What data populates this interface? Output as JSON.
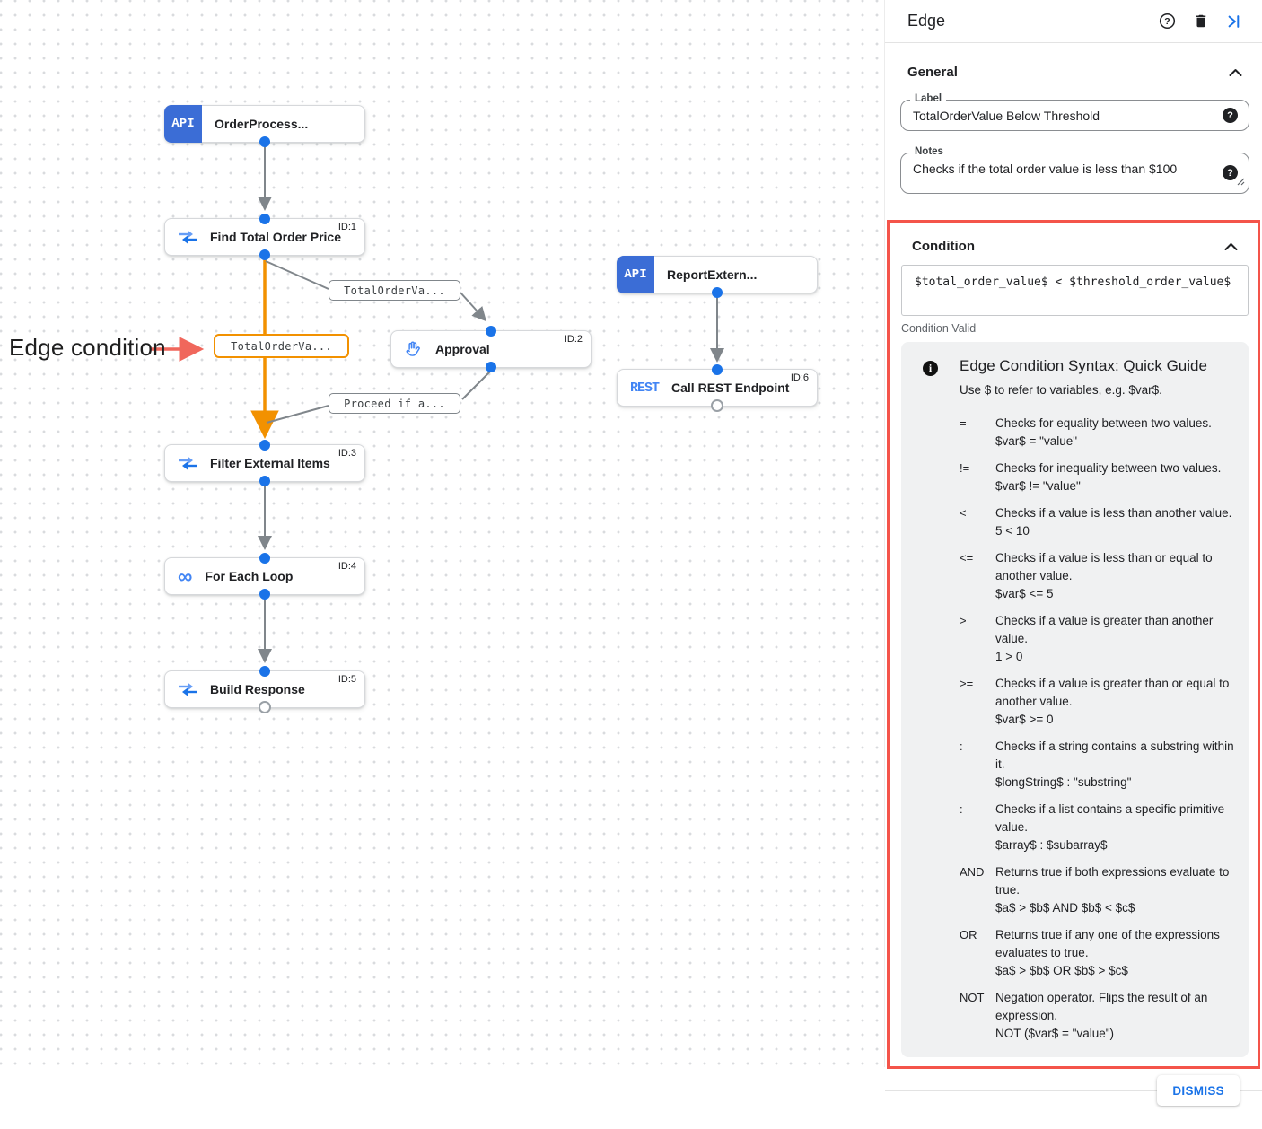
{
  "canvas": {
    "annotation": "Edge condition",
    "nodes": {
      "order_process": {
        "badge": "API",
        "label": "OrderProcess..."
      },
      "find_total": {
        "id": "ID:1",
        "label": "Find Total Order Price"
      },
      "approval": {
        "id": "ID:2",
        "label": "Approval"
      },
      "report_extern": {
        "badge": "API",
        "label": "ReportExtern..."
      },
      "call_rest": {
        "id": "ID:6",
        "badge": "REST",
        "label": "Call REST Endpoint"
      },
      "filter_items": {
        "id": "ID:3",
        "label": "Filter External Items"
      },
      "for_each": {
        "id": "ID:4",
        "label": "For Each Loop"
      },
      "build_response": {
        "id": "ID:5",
        "label": "Build Response"
      }
    },
    "edge_labels": {
      "to_approval": "TotalOrderVa...",
      "selected": "TotalOrderVa...",
      "from_approval": "Proceed if a..."
    }
  },
  "panel": {
    "title": "Edge",
    "general": {
      "heading": "General",
      "label_field": {
        "label": "Label",
        "value": "TotalOrderValue Below Threshold"
      },
      "notes_field": {
        "label": "Notes",
        "value": "Checks if the total order value is less than $100"
      }
    },
    "condition": {
      "heading": "Condition",
      "expression": "$total_order_value$ < $threshold_order_value$",
      "status": "Condition Valid",
      "guide": {
        "title": "Edge Condition Syntax: Quick Guide",
        "subtitle": "Use $ to refer to variables, e.g. $var$.",
        "operators": [
          {
            "op": "=",
            "desc": "Checks for equality between two values.",
            "example": "$var$ = \"value\""
          },
          {
            "op": "!=",
            "desc": "Checks for inequality between two values.",
            "example": "$var$ != \"value\""
          },
          {
            "op": "<",
            "desc": "Checks if a value is less than another value.",
            "example": "5 < 10"
          },
          {
            "op": "<=",
            "desc": "Checks if a value is less than or equal to another value.",
            "example": "$var$ <= 5"
          },
          {
            "op": ">",
            "desc": "Checks if a value is greater than another value.",
            "example": "1 > 0"
          },
          {
            "op": ">=",
            "desc": "Checks if a value is greater than or equal to another value.",
            "example": "$var$ >= 0"
          },
          {
            "op": ":",
            "desc": "Checks if a string contains a substring within it.",
            "example": "$longString$ : \"substring\""
          },
          {
            "op": ":",
            "desc": "Checks if a list contains a specific primitive value.",
            "example": "$array$ : $subarray$"
          },
          {
            "op": "AND",
            "desc": "Returns true if both expressions evaluate to true.",
            "example": "$a$ > $b$ AND $b$ < $c$"
          },
          {
            "op": "OR",
            "desc": "Returns true if any one of the expressions evaluates to true.",
            "example": "$a$ > $b$ OR $b$ > $c$"
          },
          {
            "op": "NOT",
            "desc": "Negation operator. Flips the result of an expression.",
            "example": "NOT ($var$ = \"value\")"
          }
        ]
      }
    },
    "dismiss_label": "DISMISS"
  },
  "colors": {
    "accent_blue": "#1a73e8",
    "api_badge_blue": "#3b6dd6",
    "icon_blue": "#4285f4",
    "selected_orange": "#f29100",
    "edge_gray": "#80868b",
    "highlight_red": "#f4544a"
  }
}
